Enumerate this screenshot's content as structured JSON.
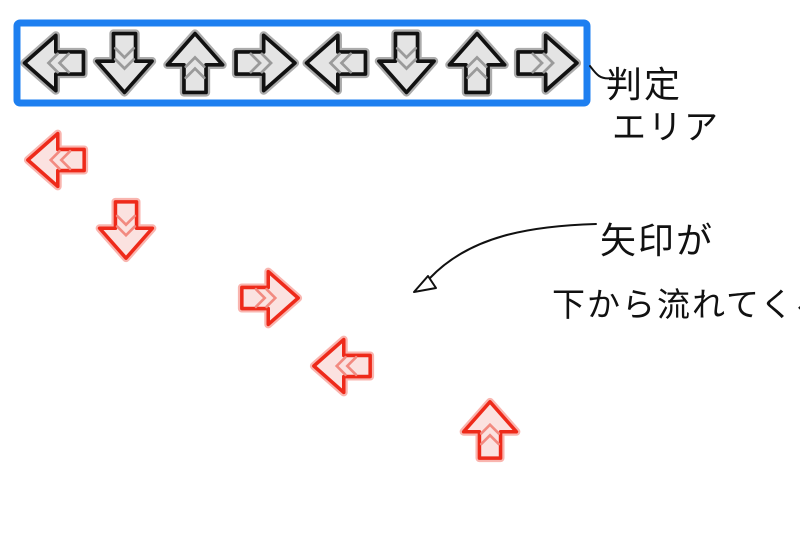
{
  "colors": {
    "frame": "#1e7ff0",
    "receptor_fill": "#e4e4e4",
    "receptor_stripe": "#9a9a9a",
    "note_outline": "#ee2a1a",
    "note_fill": "#fbe2e0",
    "note_stripe": "#f28a80",
    "ink": "#111111"
  },
  "judgement_area": {
    "label_line1": "判定",
    "label_line2": "エリア",
    "receptors": [
      {
        "direction": "left",
        "icon": "left-arrow-icon"
      },
      {
        "direction": "down",
        "icon": "down-arrow-icon"
      },
      {
        "direction": "up",
        "icon": "up-arrow-icon"
      },
      {
        "direction": "right",
        "icon": "right-arrow-icon"
      },
      {
        "direction": "left",
        "icon": "left-arrow-icon"
      },
      {
        "direction": "down",
        "icon": "down-arrow-icon"
      },
      {
        "direction": "up",
        "icon": "up-arrow-icon"
      },
      {
        "direction": "right",
        "icon": "right-arrow-icon"
      }
    ]
  },
  "falling_notes": [
    {
      "direction": "left",
      "icon": "left-arrow-icon"
    },
    {
      "direction": "down",
      "icon": "down-arrow-icon"
    },
    {
      "direction": "right",
      "icon": "right-arrow-icon"
    },
    {
      "direction": "left",
      "icon": "left-arrow-icon"
    },
    {
      "direction": "up",
      "icon": "up-arrow-icon"
    }
  ],
  "annotation": {
    "line1": "矢印が",
    "line2": "下から流れてくる"
  }
}
